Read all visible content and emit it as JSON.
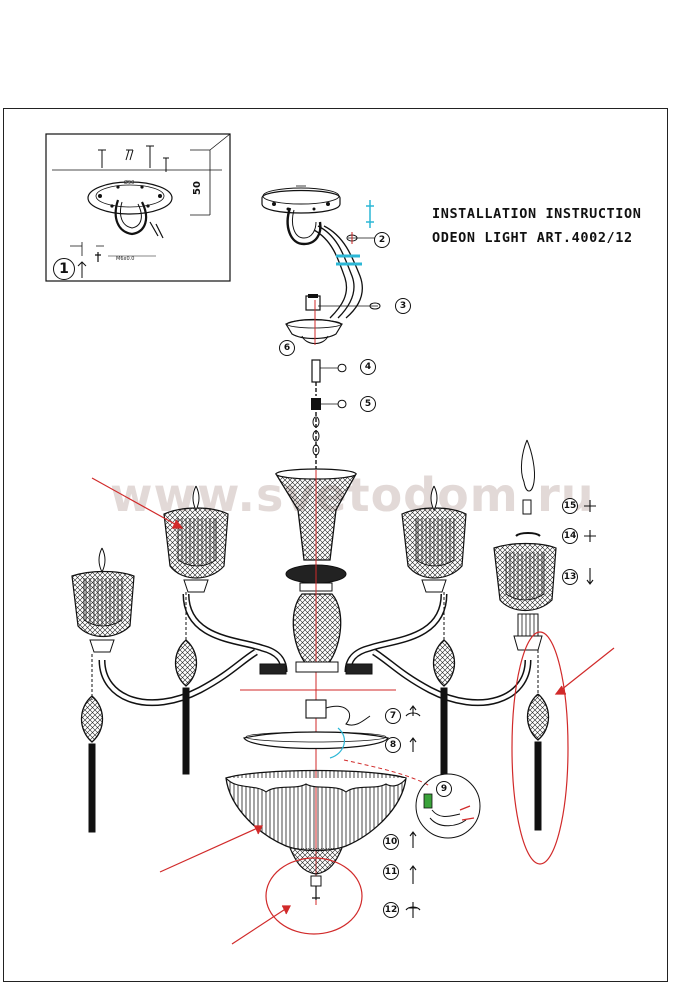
{
  "title": {
    "line1": "INSTALLATION INSTRUCTION",
    "line2": "ODEON LIGHT ART.4002/12"
  },
  "watermark": "www.svetodom.ru",
  "inset": {
    "step_number": "1",
    "dimension_label": "50",
    "plate_label_top": "Ø90",
    "plate_label_bottom": "M6x0.0"
  },
  "steps": [
    "2",
    "3",
    "4",
    "5",
    "6",
    "7",
    "8",
    "9",
    "10",
    "11",
    "12",
    "13",
    "14",
    "15"
  ],
  "colors": {
    "line": "#111111",
    "annotation": "#d12a2a",
    "wire_highlight": "#2bb7d6",
    "connector_green": "#3aa23a"
  }
}
